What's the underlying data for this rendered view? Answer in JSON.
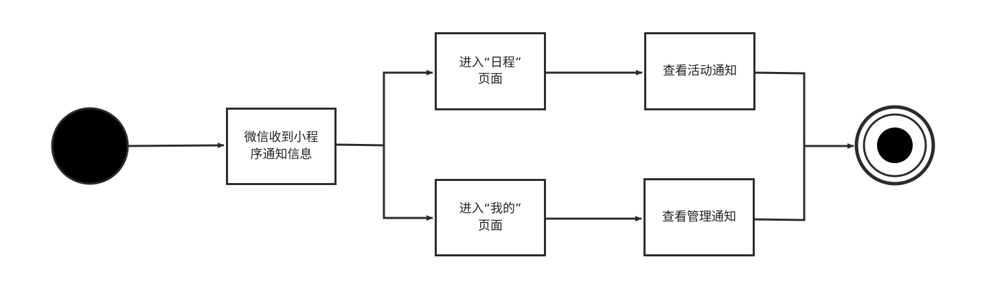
{
  "diagram": {
    "type": "activity-flow",
    "colors": {
      "stroke": "#2b2b2b",
      "fill_initial": "#000000",
      "background": "#ffffff",
      "text": "#222222"
    },
    "nodes": {
      "start": {
        "kind": "initial-node"
      },
      "wechat": {
        "kind": "action",
        "label": "微信收到小程\n序通知信息"
      },
      "schedule": {
        "kind": "action",
        "label": "进入“日程”\n页面"
      },
      "mine": {
        "kind": "action",
        "label": "进入“我的”\n页面"
      },
      "activity": {
        "kind": "action",
        "label": "查看活动通知"
      },
      "manage": {
        "kind": "action",
        "label": "查看管理通知"
      },
      "end": {
        "kind": "final-node"
      }
    },
    "edges": [
      {
        "from": "start",
        "to": "wechat"
      },
      {
        "from": "wechat",
        "to": "schedule"
      },
      {
        "from": "wechat",
        "to": "mine"
      },
      {
        "from": "schedule",
        "to": "activity"
      },
      {
        "from": "mine",
        "to": "manage"
      },
      {
        "from": "activity",
        "to": "end"
      },
      {
        "from": "manage",
        "to": "end"
      }
    ]
  }
}
